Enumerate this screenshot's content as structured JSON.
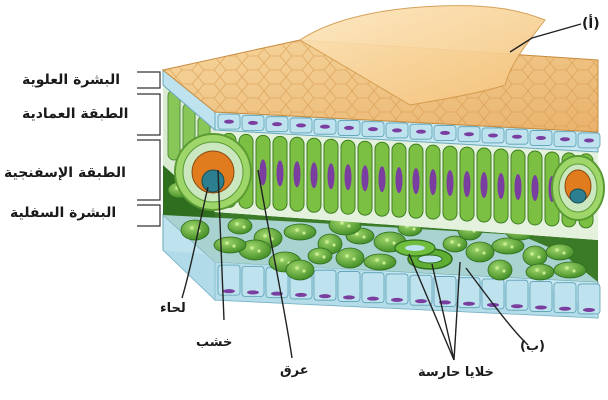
{
  "labels": {
    "label_a": "(أ)",
    "upper_epidermis": "البشرة العلوية",
    "palisade_layer": "الطبقة العمادية",
    "spongy_layer": "الطبقة الإسفنجية",
    "lower_epidermis": "البشرة السفلية",
    "phloem": "لحاء",
    "xylem": "خشب",
    "vein": "عرق",
    "guard_cells": "خلايا حارسة",
    "label_b": "(ب)"
  },
  "colors": {
    "cuticle": "#f3c98c",
    "epidermis": "#bfe3ee",
    "palisade": "#7cc043",
    "spongy": "#4f9a2e",
    "nucleus": "#7a3ea0",
    "xylem": "#e07b1e",
    "phloem": "#2b7f8f"
  }
}
